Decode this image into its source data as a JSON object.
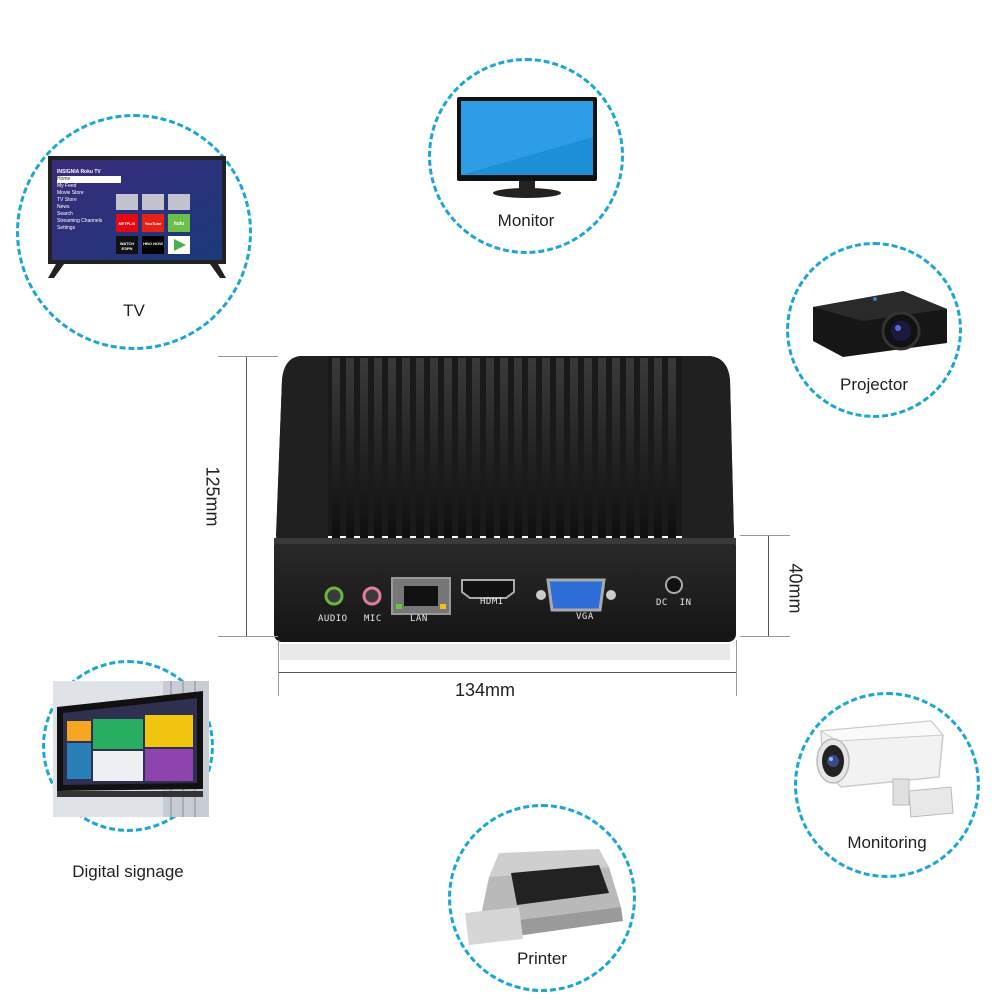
{
  "circles": {
    "tv": {
      "label": "TV"
    },
    "monitor": {
      "label": "Monitor"
    },
    "projector": {
      "label": "Projector"
    },
    "digital_signage": {
      "label": "Digital signage"
    },
    "monitoring": {
      "label": "Monitoring"
    },
    "printer": {
      "label": "Printer"
    }
  },
  "tv_screen": {
    "brand": "INSIGNIA",
    "platform": "Roku TV",
    "menu": [
      "Home",
      "My Feed",
      "Movie Store",
      "TV Store",
      "News",
      "Search",
      "Streaming Channels",
      "Settings"
    ],
    "tiles": [
      "NETFLIX",
      "YouTube",
      "hulu",
      "WATCH ESPN",
      "HBO NOW",
      ""
    ]
  },
  "dimensions": {
    "height": "125mm",
    "depth": "40mm",
    "width": "134mm"
  },
  "ports": {
    "audio": "AUDIO",
    "mic": "MIC",
    "lan": "LAN",
    "hdmi": "HDMI",
    "vga": "VGA",
    "dc": "DC  IN"
  },
  "colors": {
    "accent": "#1ba6d4",
    "device_body": "#1c1c1c"
  }
}
